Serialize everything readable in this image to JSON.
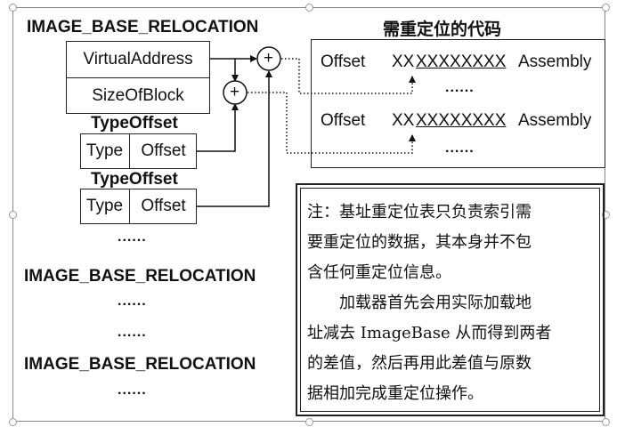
{
  "header_struct": "IMAGE_BASE_RELOCATION",
  "fields": {
    "virtual_address": "VirtualAddress",
    "size_of_block": "SizeOfBlock"
  },
  "type_offset_label": "TypeOffset",
  "type_offset_entries": [
    {
      "type": "Type",
      "offset": "Offset"
    },
    {
      "type": "Type",
      "offset": "Offset"
    }
  ],
  "ellipsis": "......",
  "additional_structs": [
    "IMAGE_BASE_RELOCATION",
    "IMAGE_BASE_RELOCATION"
  ],
  "code_section": {
    "title": "需重定位的代码",
    "rows": [
      {
        "offset": "Offset",
        "opcode": "XX",
        "address": "XXXXXXXX",
        "assembly": "Assembly"
      },
      {
        "offset": "Offset",
        "opcode": "XX",
        "address": "XXXXXXXX",
        "assembly": "Assembly"
      }
    ]
  },
  "plus_symbol": "+",
  "note": {
    "lines": [
      "注：基址重定位表只负责索引需",
      "要重定位的数据，其本身并不包",
      "含任何重定位信息。",
      "加载器首先会用实际加载地",
      "址减去 ImageBase 从而得到两者",
      "的差值，然后再用此差值与原数",
      "据相加完成重定位操作。"
    ]
  }
}
